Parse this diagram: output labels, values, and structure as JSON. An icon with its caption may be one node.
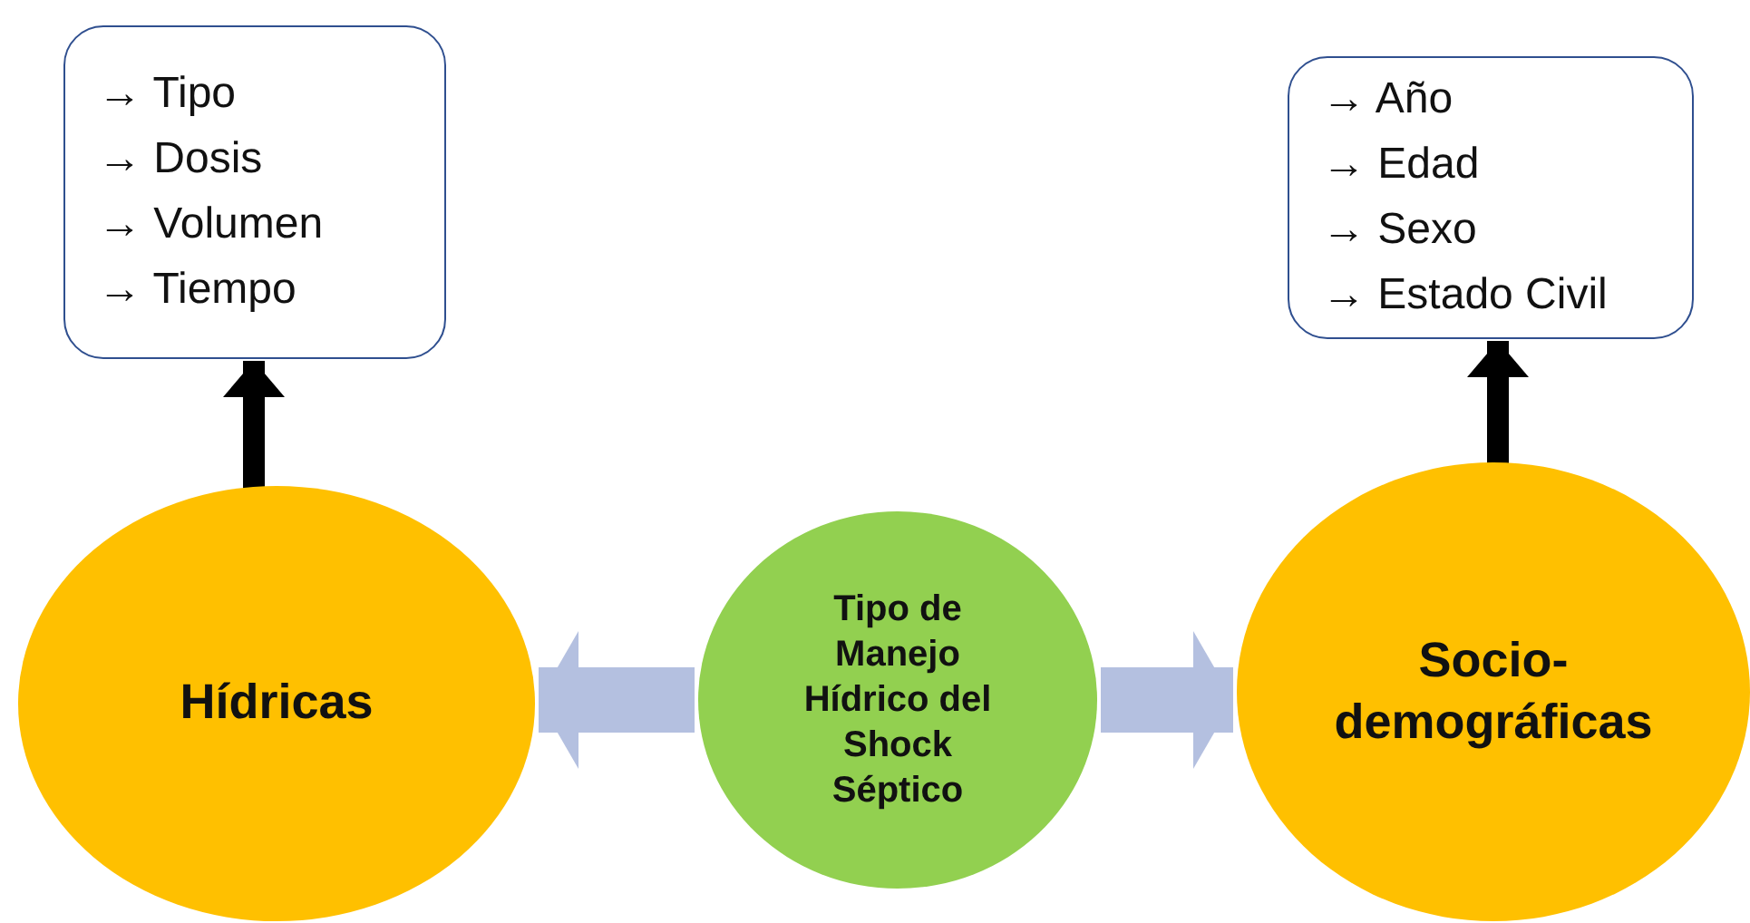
{
  "diagram": {
    "nodes": [
      {
        "text": [
          "→ Tipo",
          "→ Dosis",
          "→ Volumen",
          "→ Tiempo"
        ]
      },
      {
        "text": [
          "→ Año",
          "→ Edad",
          "→ Sexo",
          "→ Estado Civil"
        ]
      },
      {
        "text": [
          "Hídricas"
        ]
      },
      {
        "text": [
          "Tipo de Manejo Hídrico del Shock Séptico"
        ]
      },
      {
        "text": [
          "Socio-demográficas"
        ]
      }
    ],
    "edges": [
      {
        "from": 2,
        "to": 0,
        "arrow": "to"
      },
      {
        "from": 4,
        "to": 1,
        "arrow": "to"
      },
      {
        "from": 3,
        "to": 2,
        "arrow": "to",
        "style": "thick",
        "color": "#b4c0e0"
      },
      {
        "from": 3,
        "to": 4,
        "arrow": "to",
        "style": "thick",
        "color": "#b4c0e0"
      }
    ]
  }
}
